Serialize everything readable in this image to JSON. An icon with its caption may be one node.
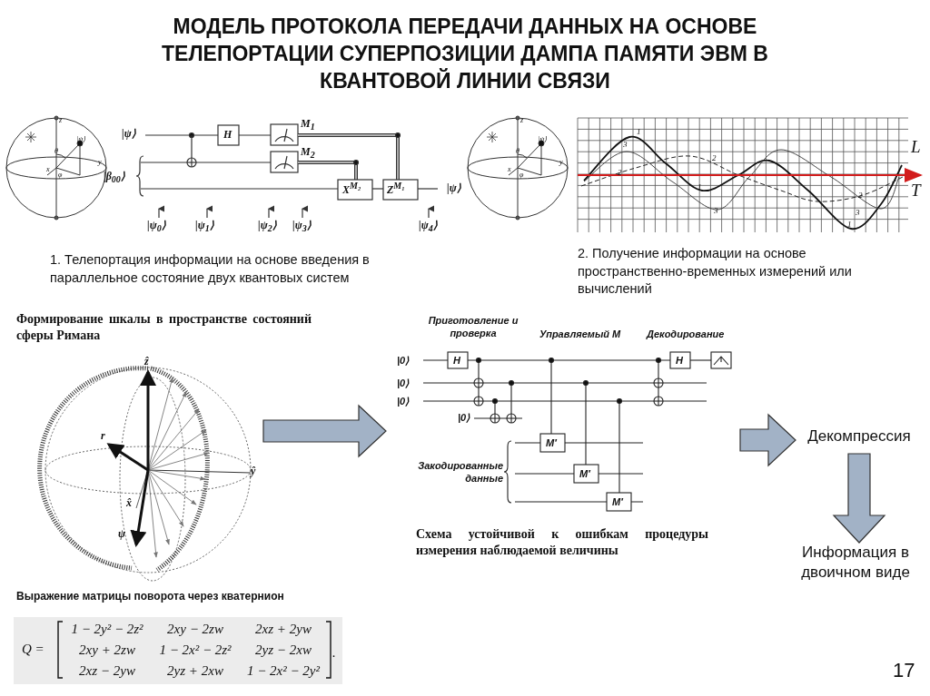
{
  "diagram": {
    "title": "МОДЕЛЬ ПРОТОКОЛА ПЕРЕДАЧИ ДАННЫХ НА ОСНОВЕ ТЕЛЕПОРТАЦИИ СУПЕРПОЗИЦИИ ДАМПА ПАМЯТИ ЭВМ В КВАНТОВОЙ ЛИНИИ СВЯЗИ",
    "nodes": [
      {
        "text": [
          "ẑ",
          "r⃗",
          "ŷ",
          "x̂",
          "ψ⃗"
        ]
      },
      {
        "text": [
          "Приготовление и проверка",
          "Управляемый M",
          "Декодирование",
          "|0⟩",
          "|0⟩",
          "|0⟩",
          "|0⟩",
          "H",
          "H",
          "M′",
          "M′",
          "M′",
          "Закодированные данные"
        ]
      },
      {
        "text": [
          "Декомпрессия"
        ]
      },
      {
        "text": [
          "Информация в двоичном виде"
        ]
      }
    ],
    "edges": [
      {
        "from": 0,
        "to": 1,
        "arrow": "to",
        "style": "thick"
      },
      {
        "from": 1,
        "to": 2,
        "arrow": "to",
        "style": "thick"
      },
      {
        "from": 2,
        "to": 3,
        "arrow": "to",
        "style": "thick"
      }
    ],
    "labels": [
      "z",
      "θ",
      "|ψ⟩",
      "x",
      "φ",
      "y",
      "|ψ⟩",
      "H",
      "M$_{1}$",
      "M$_{2}$",
      "|β$_{00}$⟩",
      "X$^{M₂}$",
      "Z$^{M₁}$",
      "|ψ⟩",
      "|ψ$_{0}$⟩",
      "|ψ$_{1}$⟩",
      "|ψ$_{2}$⟩",
      "|ψ$_{3}$⟩",
      "|ψ$_{4}$⟩",
      "z",
      "θ",
      "|ψ⟩",
      "x",
      "φ",
      "y",
      "1",
      "3",
      "2",
      "2",
      "1",
      "3",
      "2",
      "3",
      "1",
      "L",
      "T",
      "1. Телепортация информации на основе введения в параллельное состояние двух квантовых систем",
      "2. Получение информации на основе пространственно-временных измерений или вычислений",
      "Формирование шкалы в пространстве состояний сферы Римана",
      "Схема устойчивой к ошибкам процедуры измерения наблюдаемой величины",
      "Выражение матрицы поворота через кватернион",
      "Q =",
      "1 − 2y² − 2z²",
      "2xy − 2zw",
      "2xz + 2yw",
      "2xy + 2zw",
      "1 − 2x² − 2z²",
      "2yz − 2xw",
      "2xz − 2yw",
      "2yz + 2xw",
      "1 − 2x² − 2y²",
      ".",
      "17"
    ]
  }
}
